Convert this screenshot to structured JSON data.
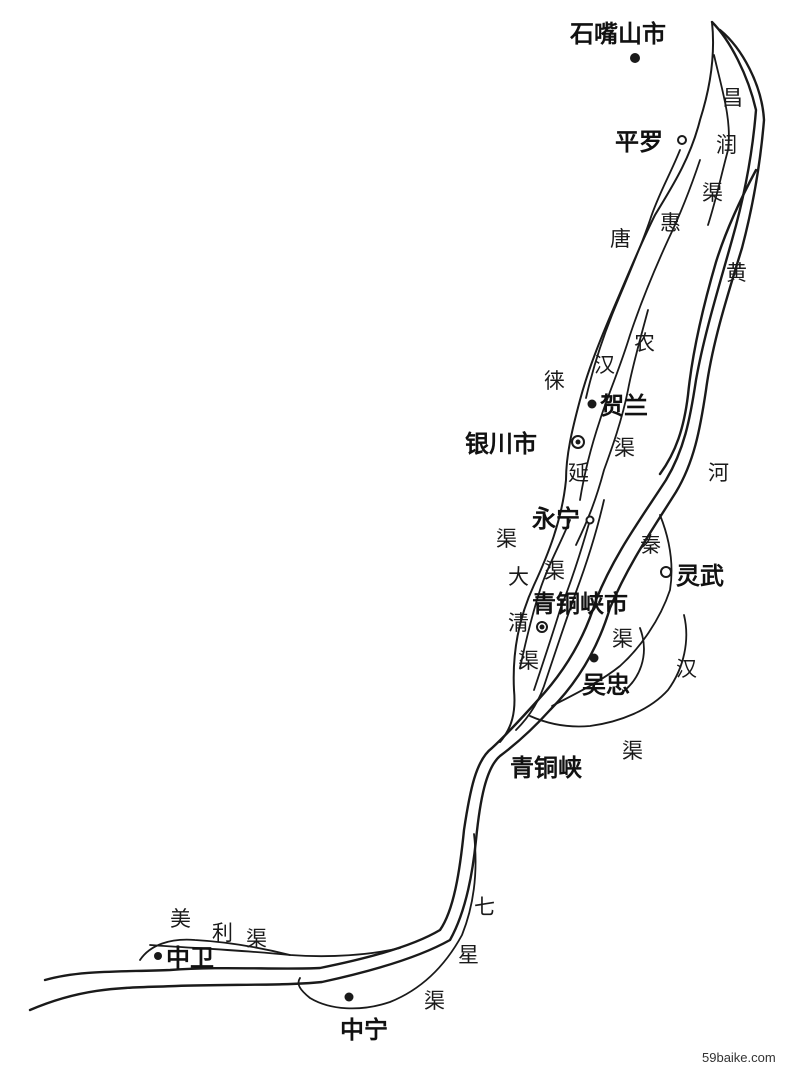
{
  "map": {
    "cities": {
      "shizuishan": "石嘴山市",
      "pingluo": "平罗",
      "yinchuan": "银川市",
      "helan": "贺兰",
      "yongning": "永宁",
      "lingwu": "灵武",
      "qingtongxia_city": "青铜峡市",
      "wuzhong": "吴忠",
      "qingtongxia": "青铜峡",
      "zhongwei": "中卫",
      "zhongning": "中宁"
    },
    "rivers": {
      "huanghe": [
        "黄",
        "河"
      ]
    },
    "canals": {
      "changrun": [
        "昌",
        "润",
        "渠"
      ],
      "huinong": [
        "惠",
        "农"
      ],
      "tanglai": [
        "唐",
        "徕",
        "渠"
      ],
      "hanyan": [
        "汉",
        "延",
        "渠"
      ],
      "dagqing": [
        "大",
        "清",
        "渠"
      ],
      "qinqu": [
        "秦",
        "渠"
      ],
      "hanqu": [
        "汉",
        "渠"
      ],
      "meili": [
        "美",
        "利",
        "渠"
      ],
      "qixing": [
        "七",
        "星",
        "渠"
      ]
    }
  },
  "credit": "59baike.com"
}
